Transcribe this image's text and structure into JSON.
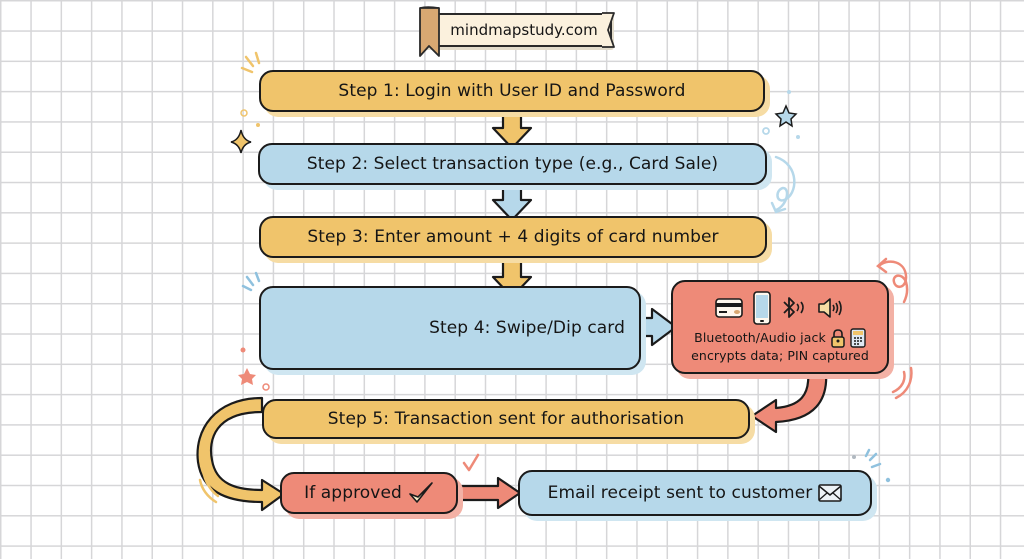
{
  "banner": {
    "site": "mindmapstudy.com",
    "icon": "ribbon-bookmark-icon"
  },
  "steps": [
    {
      "id": "step1",
      "label": "Step 1: Login with User ID and Password",
      "color": "#f0c46b"
    },
    {
      "id": "step2",
      "label": "Step 2: Select transaction type (e.g., Card Sale)",
      "color": "#b6d8ea"
    },
    {
      "id": "step3",
      "label": "Step 3: Enter amount + 4 digits of card number",
      "color": "#f0c46b"
    },
    {
      "id": "step4",
      "label": "Step 4: Swipe/Dip card",
      "color": "#b6d8ea"
    },
    {
      "id": "step5",
      "label": "Step 5: Transaction sent for authorisation",
      "color": "#f0c46b"
    }
  ],
  "info_box": {
    "line1": "Bluetooth/Audio jack",
    "line2": "encrypts data; PIN captured",
    "icons": [
      "credit-card-icon",
      "smartphone-icon",
      "bluetooth-icon",
      "speaker-icon",
      "padlock-icon",
      "keypad-icon"
    ],
    "color": "#ee8a78"
  },
  "approved": {
    "label": "If approved",
    "icon": "checkmark-icon",
    "color": "#ee8a78"
  },
  "receipt": {
    "label": "Email receipt sent to customer",
    "icon": "envelope-icon",
    "color": "#b6d8ea"
  },
  "colors": {
    "yellow": "#f0c46b",
    "blue": "#b6d8ea",
    "red": "#ee8a78",
    "outline": "#1b1b1b"
  }
}
